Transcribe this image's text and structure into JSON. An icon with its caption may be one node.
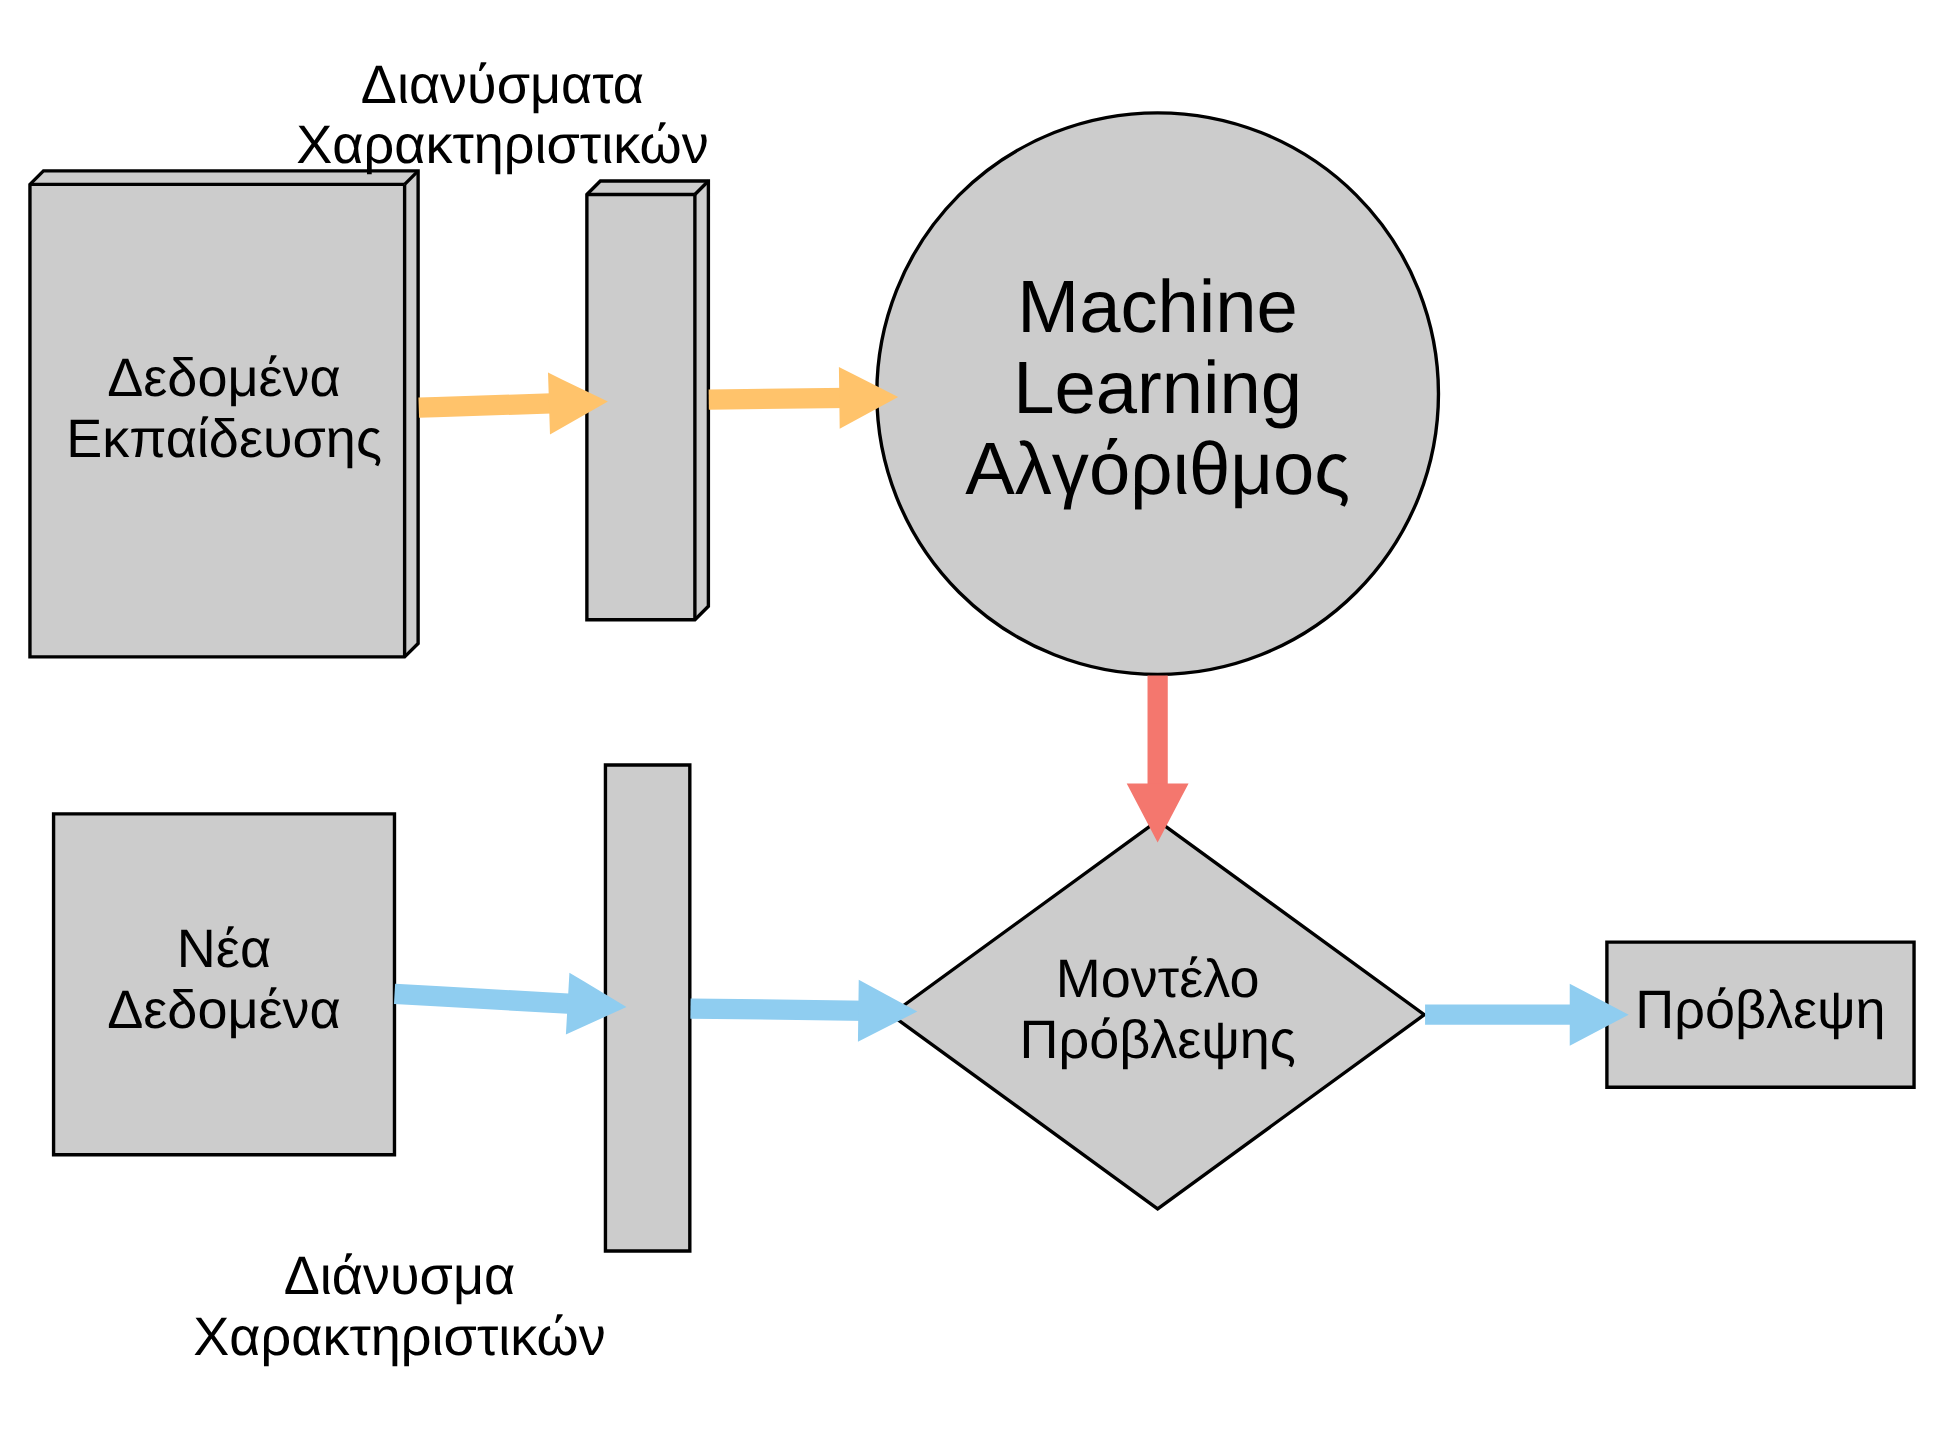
{
  "diagram": {
    "nodes": [
      {
        "text": [
          "Δεδομένα Εκπαίδευσης"
        ]
      },
      {
        "text": [
          "Διανύσματα Χαρακτηριστικών"
        ]
      },
      {
        "text": [
          "Machine Learning Αλγόριθμος"
        ]
      },
      {
        "text": [
          "Νέα Δεδομένα"
        ]
      },
      {
        "text": [
          "Διάνυσμα Χαρακτηριστικών"
        ]
      },
      {
        "text": [
          "Μοντέλο Πρόβλεψης"
        ]
      },
      {
        "text": [
          "Πρόβλεψη"
        ]
      }
    ],
    "edges": [
      {
        "from": 0,
        "to": 1,
        "arrow": "to",
        "color": "#ffc36b"
      },
      {
        "from": 1,
        "to": 2,
        "arrow": "to",
        "color": "#ffc36b"
      },
      {
        "from": 2,
        "to": 5,
        "arrow": "to",
        "color": "#f4776e"
      },
      {
        "from": 3,
        "to": 4,
        "arrow": "to"
      },
      {
        "from": 4,
        "to": 5,
        "arrow": "to"
      },
      {
        "from": 5,
        "to": 6,
        "arrow": "to"
      }
    ]
  }
}
